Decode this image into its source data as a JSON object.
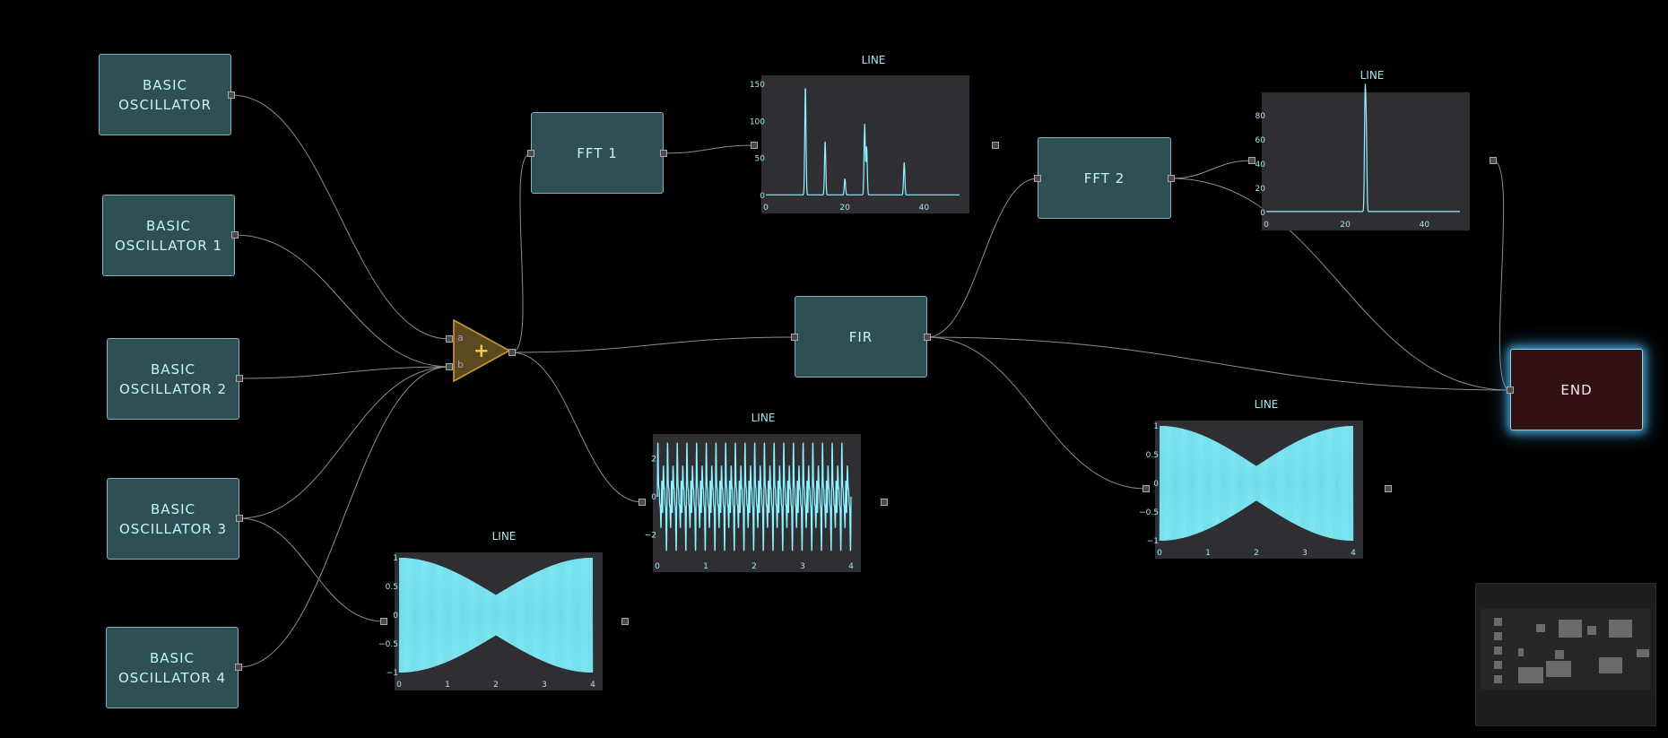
{
  "nodes": {
    "osc0": "BASIC\nOSCILLATOR",
    "osc1": "BASIC\nOSCILLATOR 1",
    "osc2": "BASIC\nOSCILLATOR 2",
    "osc3": "BASIC\nOSCILLATOR 3",
    "osc4": "BASIC\nOSCILLATOR 4",
    "fft1": "FFT 1",
    "fft2": "FFT 2",
    "fir": "FIR",
    "end": "END"
  },
  "adder": {
    "symbol": "+",
    "input_a": "a",
    "input_b": "b"
  },
  "colors": {
    "node_bg": "#2f4f55",
    "node_text": "#bff6ff",
    "plot_line": "#8ff3ff",
    "end_bg": "#331012",
    "adder_fill": "#5a4a1e",
    "adder_stroke": "#c99a2e"
  },
  "plots": {
    "fft1_line": {
      "title": "LINE",
      "x_ticks": [
        "0",
        "20",
        "40"
      ],
      "y_ticks": [
        "150",
        "100",
        "50",
        "0"
      ],
      "chart_data": {
        "type": "line",
        "xlim": [
          0,
          49
        ],
        "ylim": [
          0,
          155
        ],
        "peaks": [
          [
            10,
            148
          ],
          [
            15,
            73
          ],
          [
            20,
            22
          ],
          [
            25,
            96
          ],
          [
            25.5,
            65
          ],
          [
            35,
            45
          ]
        ]
      }
    },
    "fft2_line": {
      "title": "LINE",
      "x_ticks": [
        "0",
        "20",
        "40"
      ],
      "y_ticks": [
        "80",
        "60",
        "40",
        "20",
        "0"
      ],
      "chart_data": {
        "type": "line",
        "xlim": [
          0,
          49
        ],
        "ylim": [
          0,
          95
        ],
        "peaks": [
          [
            25,
            93
          ],
          [
            25.3,
            65
          ]
        ]
      }
    },
    "sum_line": {
      "title": "LINE",
      "x_ticks": [
        "0",
        "1",
        "2",
        "3",
        "4"
      ],
      "y_ticks": [
        "2",
        "0",
        "−2"
      ],
      "chart_data": {
        "type": "line",
        "xlim": [
          0,
          4
        ],
        "ylim": [
          -3,
          3
        ],
        "signal": "sum of oscillators"
      }
    },
    "osc3_line": {
      "title": "LINE",
      "x_ticks": [
        "0",
        "1",
        "2",
        "3",
        "4"
      ],
      "y_ticks": [
        "1",
        "0.5",
        "0",
        "−0.5",
        "−1"
      ],
      "chart_data": {
        "type": "line",
        "xlim": [
          0,
          4
        ],
        "ylim": [
          -1,
          1
        ],
        "envelope_min": 0.35
      }
    },
    "fir_line": {
      "title": "LINE",
      "x_ticks": [
        "0",
        "1",
        "2",
        "3",
        "4"
      ],
      "y_ticks": [
        "1",
        "0.5",
        "0",
        "−0.5",
        "−1"
      ],
      "chart_data": {
        "type": "line",
        "xlim": [
          0,
          4
        ],
        "ylim": [
          -1,
          1
        ],
        "envelope_min": 0.3
      }
    }
  }
}
